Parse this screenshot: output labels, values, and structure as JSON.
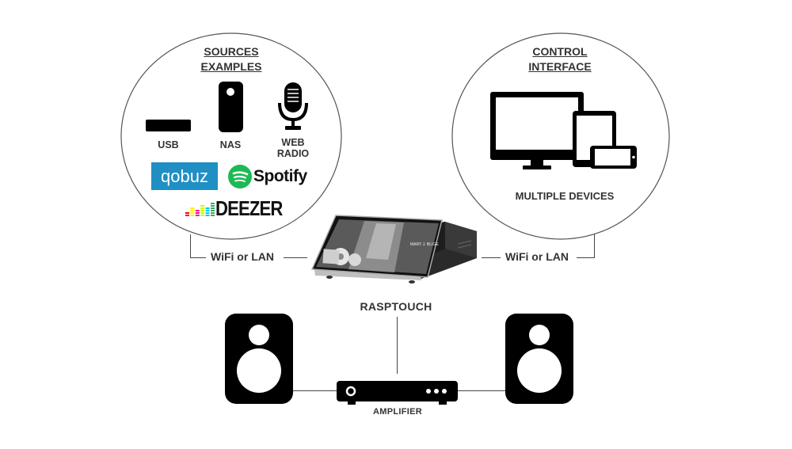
{
  "sources": {
    "title_line1": "SOURCES",
    "title_line2": "EXAMPLES",
    "usb_label": "USB",
    "nas_label": "NAS",
    "webradio_line1": "WEB",
    "webradio_line2": "RADIO",
    "services": {
      "qobuz": "qobuz",
      "spotify": "Spotify",
      "deezer": "DEEZER"
    }
  },
  "control": {
    "title_line1": "CONTROL",
    "title_line2": "INTERFACE",
    "devices_label": "MULTIPLE DEVICES"
  },
  "connections": {
    "left": "WiFi or LAN",
    "right": "WiFi or LAN"
  },
  "device": {
    "label": "RASPTOUCH",
    "screen_text": "MARY J. BLIGE"
  },
  "amplifier": {
    "label": "AMPLIFIER"
  },
  "colors": {
    "qobuz_bg": "#1f8fc4",
    "spotify_green": "#1db954",
    "deezer_bars": [
      "#ff0000",
      "#ffed00",
      "#ff0092",
      "#c2ff00",
      "#00c7f2",
      "#40ab5d"
    ]
  }
}
